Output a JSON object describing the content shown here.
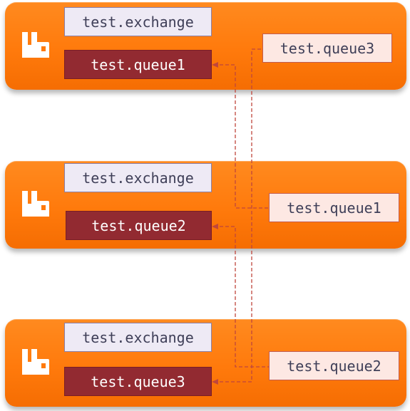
{
  "colors": {
    "panel": "#ff7a0c",
    "exchange_fill": "#eeeaf5",
    "queue_fill": "#922a31",
    "mirror_fill": "#fde8e3",
    "link_line": "#c0463c"
  },
  "logo_icon": "rabbitmq-logo-icon",
  "nodes": [
    {
      "exchange": "test.exchange",
      "queue": "test.queue1",
      "mirror": "test.queue3"
    },
    {
      "exchange": "test.exchange",
      "queue": "test.queue2",
      "mirror": "test.queue1"
    },
    {
      "exchange": "test.exchange",
      "queue": "test.queue3",
      "mirror": "test.queue2"
    }
  ]
}
